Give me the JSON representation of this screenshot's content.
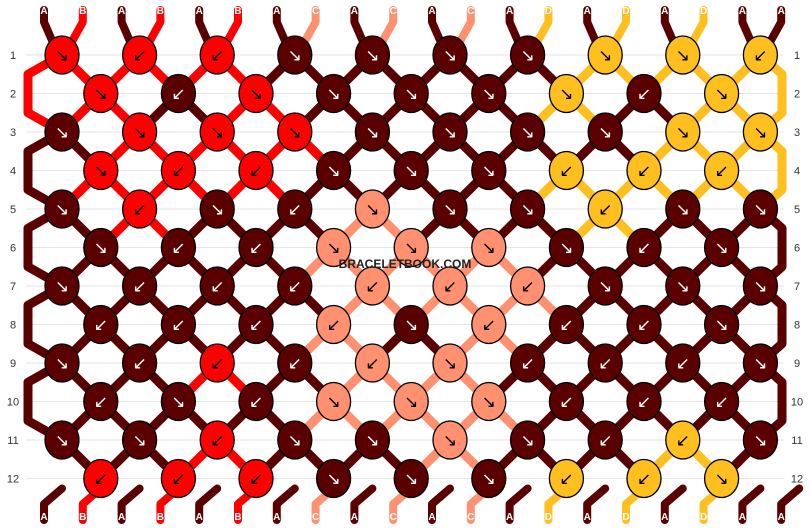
{
  "watermark": "BRACELETBOOK.COM",
  "colors": {
    "A": "#5a0000",
    "B": "#ff0000",
    "C": "#ff9070",
    "D": "#ffbf1f"
  },
  "top_labels": [
    "A",
    "B",
    "A",
    "B",
    "A",
    "B",
    "A",
    "C",
    "A",
    "C",
    "A",
    "C",
    "A",
    "D",
    "A",
    "D",
    "A",
    "D",
    "A",
    "A"
  ],
  "bottom_labels": [
    "A",
    "B",
    "A",
    "B",
    "A",
    "B",
    "A",
    "C",
    "A",
    "C",
    "A",
    "C",
    "A",
    "D",
    "A",
    "D",
    "A",
    "D",
    "A",
    "A"
  ],
  "row_labels": [
    "1",
    "2",
    "3",
    "4",
    "5",
    "6",
    "7",
    "8",
    "9",
    "10",
    "11",
    "12"
  ],
  "knot_colors": [
    [
      "B",
      "B",
      "B",
      "A",
      "A",
      "A",
      "A",
      "D",
      "D",
      "D"
    ],
    [
      "B",
      "A",
      "B",
      "A",
      "A",
      "A",
      "D",
      "A",
      "D"
    ],
    [
      "A",
      "B",
      "B",
      "B",
      "A",
      "A",
      "A",
      "A",
      "D",
      "D"
    ],
    [
      "B",
      "B",
      "B",
      "A",
      "A",
      "A",
      "D",
      "D",
      "D"
    ],
    [
      "A",
      "B",
      "A",
      "A",
      "C",
      "A",
      "A",
      "D",
      "A",
      "A"
    ],
    [
      "A",
      "A",
      "A",
      "C",
      "C",
      "C",
      "A",
      "A",
      "A"
    ],
    [
      "A",
      "A",
      "A",
      "A",
      "C",
      "C",
      "C",
      "A",
      "A",
      "A"
    ],
    [
      "A",
      "A",
      "A",
      "C",
      "A",
      "C",
      "A",
      "A",
      "A"
    ],
    [
      "A",
      "A",
      "B",
      "A",
      "C",
      "C",
      "A",
      "A",
      "A",
      "A"
    ],
    [
      "A",
      "A",
      "A",
      "C",
      "C",
      "C",
      "A",
      "A",
      "A"
    ],
    [
      "A",
      "A",
      "B",
      "A",
      "A",
      "C",
      "A",
      "A",
      "D",
      "A"
    ],
    [
      "B",
      "B",
      "B",
      "A",
      "A",
      "A",
      "D",
      "D",
      "D"
    ]
  ],
  "knot_dirs": [
    [
      "↘",
      "↙",
      "↙",
      "↘",
      "↘",
      "↘",
      "↘",
      "↘",
      "↘",
      "↙"
    ],
    [
      "↘",
      "↙",
      "↘",
      "↘",
      "↘",
      "↘",
      "↘",
      "↙",
      "↘"
    ],
    [
      "↘",
      "↘",
      "↘",
      "↘",
      "↘",
      "↘",
      "↘",
      "↘",
      "↘",
      "↘"
    ],
    [
      "↘",
      "↙",
      "↙",
      "↘",
      "↘",
      "↘",
      "↙",
      "↙",
      "↙"
    ],
    [
      "↘",
      "↙",
      "↘",
      "↙",
      "↘",
      "↘",
      "↘",
      "↙",
      "↘",
      "↘"
    ],
    [
      "↘",
      "↙",
      "↙",
      "↘",
      "↘",
      "↘",
      "↘",
      "↙",
      "↘"
    ],
    [
      "↘",
      "↙",
      "↙",
      "↙",
      "↙",
      "↙",
      "↙",
      "↘",
      "↘",
      "↘"
    ],
    [
      "↙",
      "↙",
      "↙",
      "↙",
      "↘",
      "↙",
      "↙",
      "↙",
      "↘"
    ],
    [
      "↘",
      "↙",
      "↙",
      "↙",
      "↙",
      "↘",
      "↙",
      "↙",
      "↙",
      "↘"
    ],
    [
      "↙",
      "↘",
      "↙",
      "↘",
      "↘",
      "↘",
      "↙",
      "↙",
      "↙"
    ],
    [
      "↘",
      "↘",
      "↙",
      "↘",
      "↘",
      "↘",
      "↘",
      "↙",
      "↙",
      "↘"
    ],
    [
      "↙",
      "↙",
      "↙",
      "↘",
      "↘",
      "↘",
      "↙",
      "↙",
      "↘"
    ]
  ]
}
